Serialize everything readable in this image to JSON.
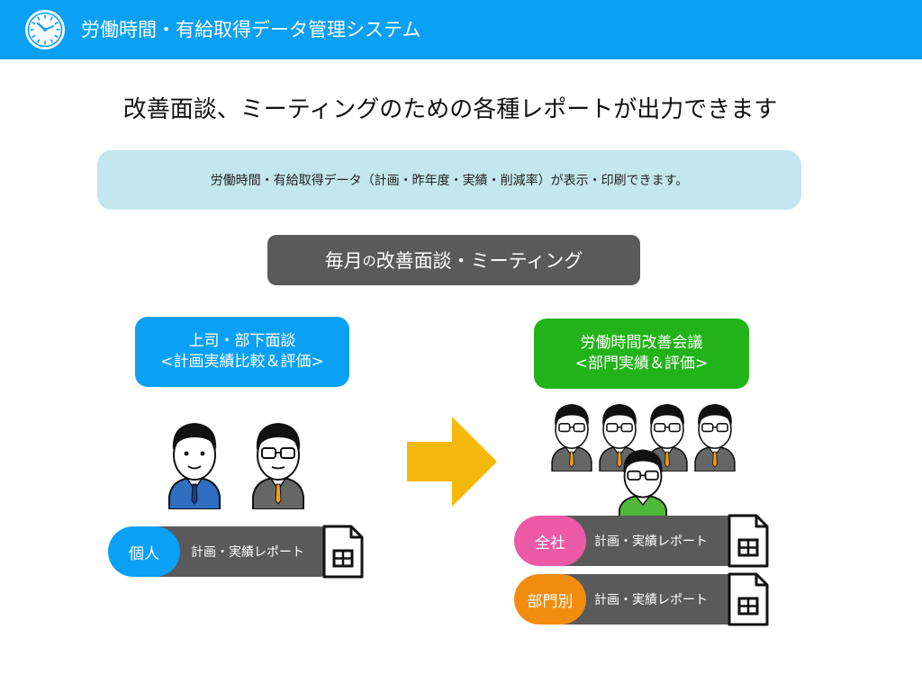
{
  "header": {
    "title": "労働時間・有給取得データ管理システム",
    "bg_color": "#0aa0f5",
    "icon": "clock-icon"
  },
  "headline": "改善面談、ミーティングのための各種レポートが出力できます",
  "info": "労働時間・有給取得データ（計画・昨年度・実績・削減率）が表示・印刷できます。",
  "meeting": {
    "part1": "毎月",
    "part2": "の",
    "part3": "改善面談・ミーティング"
  },
  "left": {
    "title_line1": "上司・部下面談",
    "title_line2": "<計画実績比較＆評価>",
    "color": "#0aa0f5",
    "report": {
      "tag": "個人",
      "label": "計画・実績レポート",
      "icon": "spreadsheet-icon"
    }
  },
  "right": {
    "title_line1": "労働時間改善会議",
    "title_line2": "<部門実績＆評価>",
    "color": "#22b21a",
    "reports": [
      {
        "tag": "全社",
        "label": "計画・実績レポート",
        "tag_color": "#ec5aa6",
        "icon": "spreadsheet-icon"
      },
      {
        "tag": "部門別",
        "label": "計画・実績レポート",
        "tag_color": "#f28c0f",
        "icon": "spreadsheet-icon"
      }
    ]
  },
  "arrow_color": "#f6b80c"
}
